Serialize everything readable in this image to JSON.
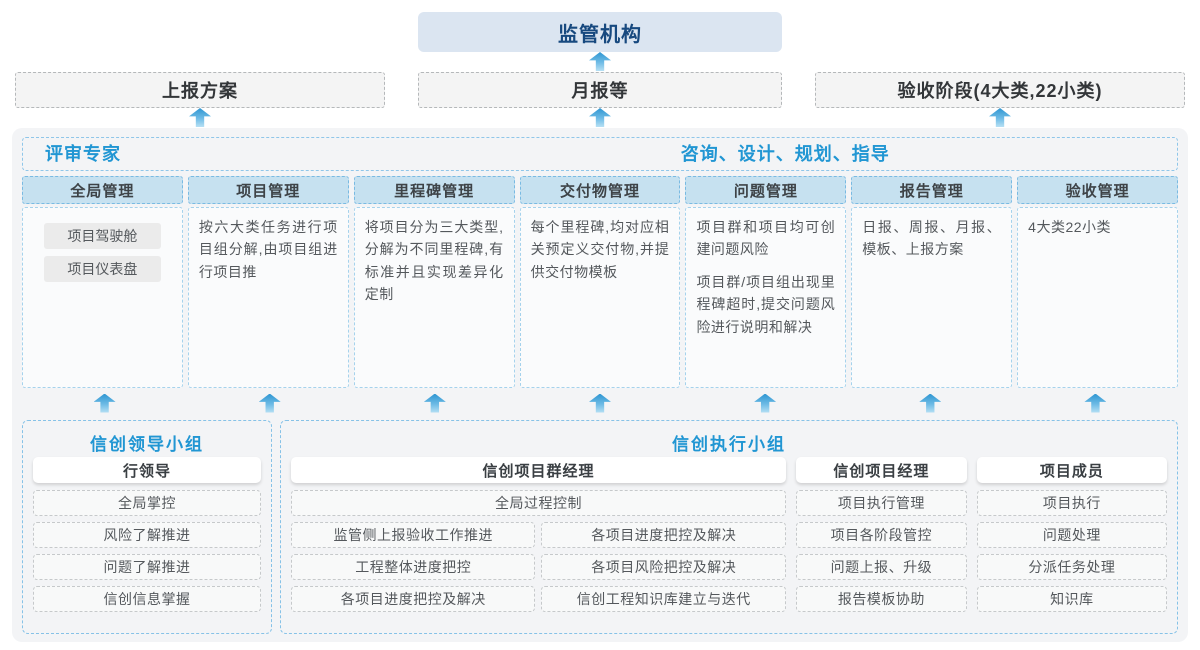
{
  "top": {
    "regulator": "监管机构"
  },
  "report_row": {
    "plan": "上报方案",
    "monthly": "月报等",
    "acceptance": "验收阶段(4大类,22小类)"
  },
  "experts": {
    "left": "评审专家",
    "right": "咨询、设计、规划、指导"
  },
  "columns": [
    {
      "title": "全局管理",
      "chips": [
        "项目驾驶舱",
        "项目仪表盘"
      ]
    },
    {
      "title": "项目管理",
      "paragraphs": [
        "按六大类任务进行项目组分解,由项目组进行项目推"
      ]
    },
    {
      "title": "里程碑管理",
      "paragraphs": [
        "将项目分为三大类型,分解为不同里程碑,有标准并且实现差异化定制"
      ]
    },
    {
      "title": "交付物管理",
      "paragraphs": [
        "每个里程碑,均对应相关预定义交付物,并提供交付物模板"
      ]
    },
    {
      "title": "问题管理",
      "paragraphs": [
        "项目群和项目均可创建问题风险",
        "项目群/项目组出现里程碑超时,提交问题风险进行说明和解决"
      ]
    },
    {
      "title": "报告管理",
      "paragraphs": [
        "日报、周报、月报、模板、上报方案"
      ]
    },
    {
      "title": "验收管理",
      "paragraphs": [
        "4大类22小类"
      ]
    }
  ],
  "leader_group": {
    "title": "信创领导小组",
    "role": "行领导",
    "items": [
      "全局掌控",
      "风险了解推进",
      "问题了解推进",
      "信创信息掌握"
    ]
  },
  "exec_group": {
    "title": "信创执行小组",
    "program_manager": {
      "role": "信创项目群经理",
      "full_item": "全局过程控制",
      "left_items": [
        "监管侧上报验收工作推进",
        "工程整体进度把控",
        "各项目进度把控及解决"
      ],
      "right_items": [
        "各项目进度把控及解决",
        "各项目风险把控及解决",
        "信创工程知识库建立与迭代"
      ]
    },
    "project_manager": {
      "role": "信创项目经理",
      "items": [
        "项目执行管理",
        "项目各阶段管控",
        "问题上报、升级",
        "报告模板协助"
      ]
    },
    "member": {
      "role": "项目成员",
      "items": [
        "项目执行",
        "问题处理",
        "分派任务处理",
        "知识库"
      ]
    }
  },
  "colors": {
    "title_blue": "#2196d3",
    "regulator_navy": "#17497f",
    "regulator_bg": "#dbe5f1",
    "column_header_bg": "#c6e1f0",
    "blue_dashed_border": "#8fc6e9",
    "gray_dashed_border": "#b5b8ba",
    "container_bg": "#f3f4f6",
    "arrow_blue": "#2f96d2"
  }
}
